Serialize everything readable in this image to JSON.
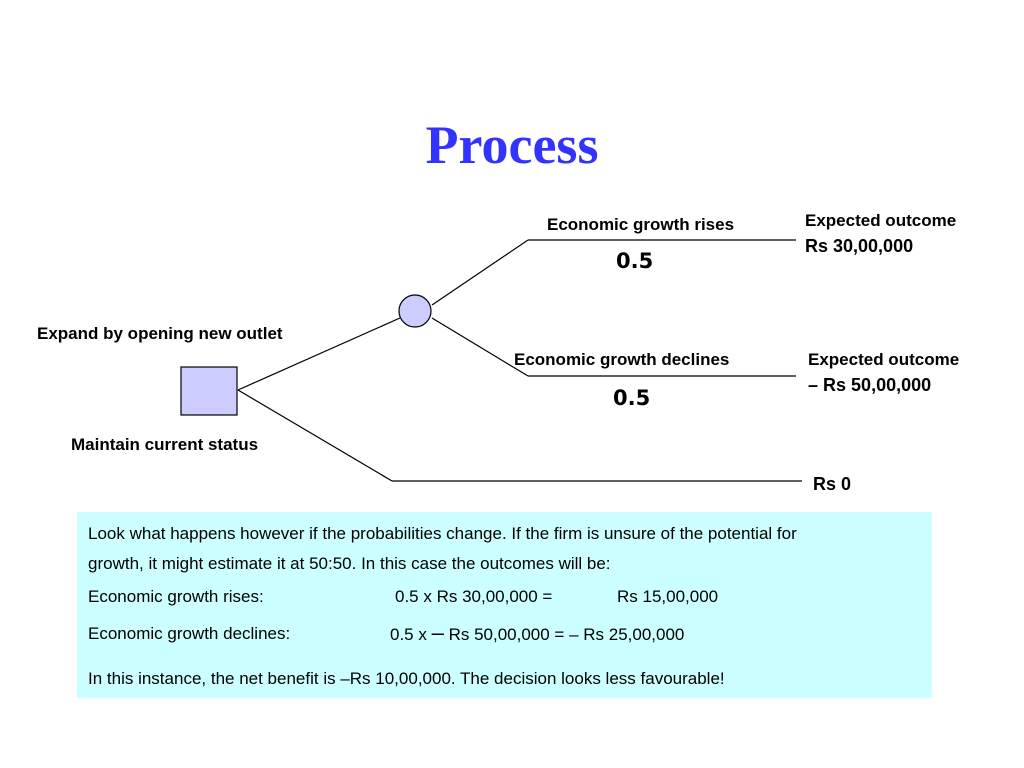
{
  "title": "Process",
  "tree": {
    "option_expand": "Expand by opening new outlet",
    "option_maintain": "Maintain current status",
    "branch_rise": {
      "label": "Economic growth rises",
      "probability": "0.5",
      "outcome_title": "Expected outcome",
      "outcome_value": "Rs 30,00,000"
    },
    "branch_decline": {
      "label": "Economic growth declines",
      "probability": "0.5",
      "outcome_title": "Expected outcome",
      "outcome_prefix": "–",
      "outcome_value": "Rs 50,00,000"
    },
    "maintain_outcome": "Rs 0"
  },
  "note": {
    "line1": "Look what happens however if the probabilities change. If the firm is unsure of the potential for",
    "line2": "growth, it might estimate it at 50:50. In this case the outcomes will be:",
    "rise_label": "Economic growth rises:",
    "rise_calc": "0.5 x Rs 30,00,000 =",
    "rise_result": "Rs 15,00,000",
    "decline_label": "Economic growth declines:",
    "decline_calc_a": "0.5 x",
    "decline_minus": "–",
    "decline_calc_b": "Rs 50,00,000 = – Rs 25,00,000",
    "conclusion": "In this instance, the net benefit is –Rs 10,00,000. The decision looks less favourable!"
  },
  "colors": {
    "title": "#3333ff",
    "node_fill": "#ccccff",
    "note_bg": "#ccffff"
  }
}
